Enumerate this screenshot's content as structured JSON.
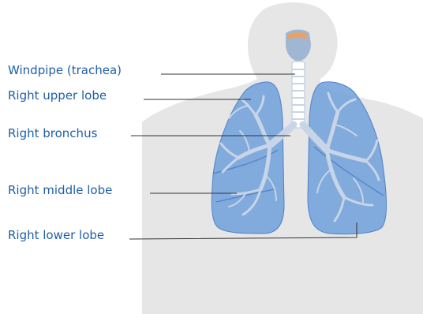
{
  "labels": {
    "trachea": "Windpipe (trachea)",
    "upper_lobe": "Right upper lobe",
    "bronchus": "Right bronchus",
    "middle_lobe": "Right middle lobe",
    "lower_lobe": "Right lower lobe"
  },
  "colors": {
    "label_text": "#1f5fa8",
    "body_silhouette": "#e6e6e6",
    "lung_fill": "#6f9fdb",
    "airway_fill": "#c7d5e6",
    "leader_line": "#333333"
  }
}
